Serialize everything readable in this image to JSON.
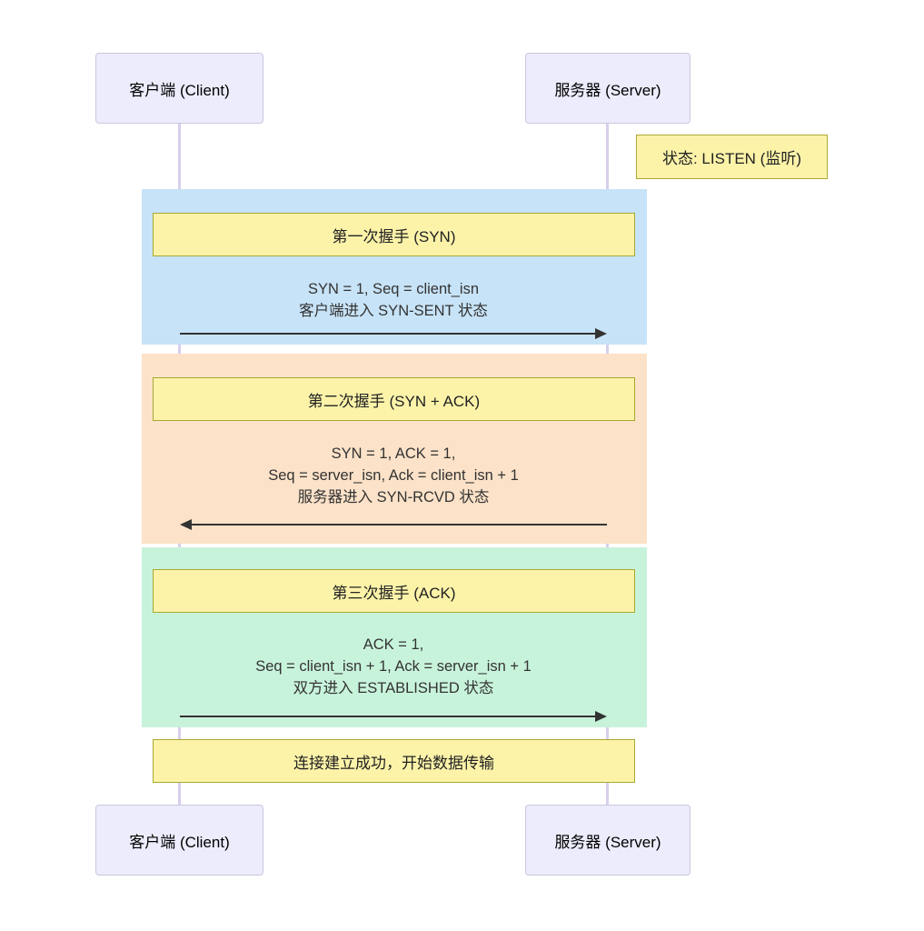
{
  "diagram": {
    "actors": {
      "client": "客户端 (Client)",
      "server": "服务器 (Server)"
    },
    "server_state_note": "状态: LISTEN (监听)",
    "phases": [
      {
        "title": "第一次握手 (SYN)",
        "lines": [
          "SYN = 1, Seq = client_isn",
          "客户端进入 SYN-SENT 状态"
        ],
        "direction": "right",
        "bg": "#c7e3f7"
      },
      {
        "title": "第二次握手 (SYN + ACK)",
        "lines": [
          "SYN = 1, ACK = 1,",
          "Seq = server_isn, Ack = client_isn + 1",
          "服务器进入 SYN-RCVD 状态"
        ],
        "direction": "left",
        "bg": "#fbe2c8"
      },
      {
        "title": "第三次握手 (ACK)",
        "lines": [
          "ACK = 1,",
          "Seq = client_isn + 1, Ack = server_isn + 1",
          "双方进入 ESTABLISHED 状态"
        ],
        "direction": "right",
        "bg": "#c8f3db"
      }
    ],
    "final_note": "连接建立成功，开始数据传输",
    "colors": {
      "actor_fill": "#ececfc",
      "actor_border": "#c9c9de",
      "lifeline": "#d7cfec",
      "note_fill": "#fcf3a9",
      "note_border": "#a8a833",
      "arrow": "#333333",
      "phase_blue": "#c7e3f7",
      "phase_orange": "#fbe2c8",
      "phase_green": "#c8f3db"
    }
  }
}
